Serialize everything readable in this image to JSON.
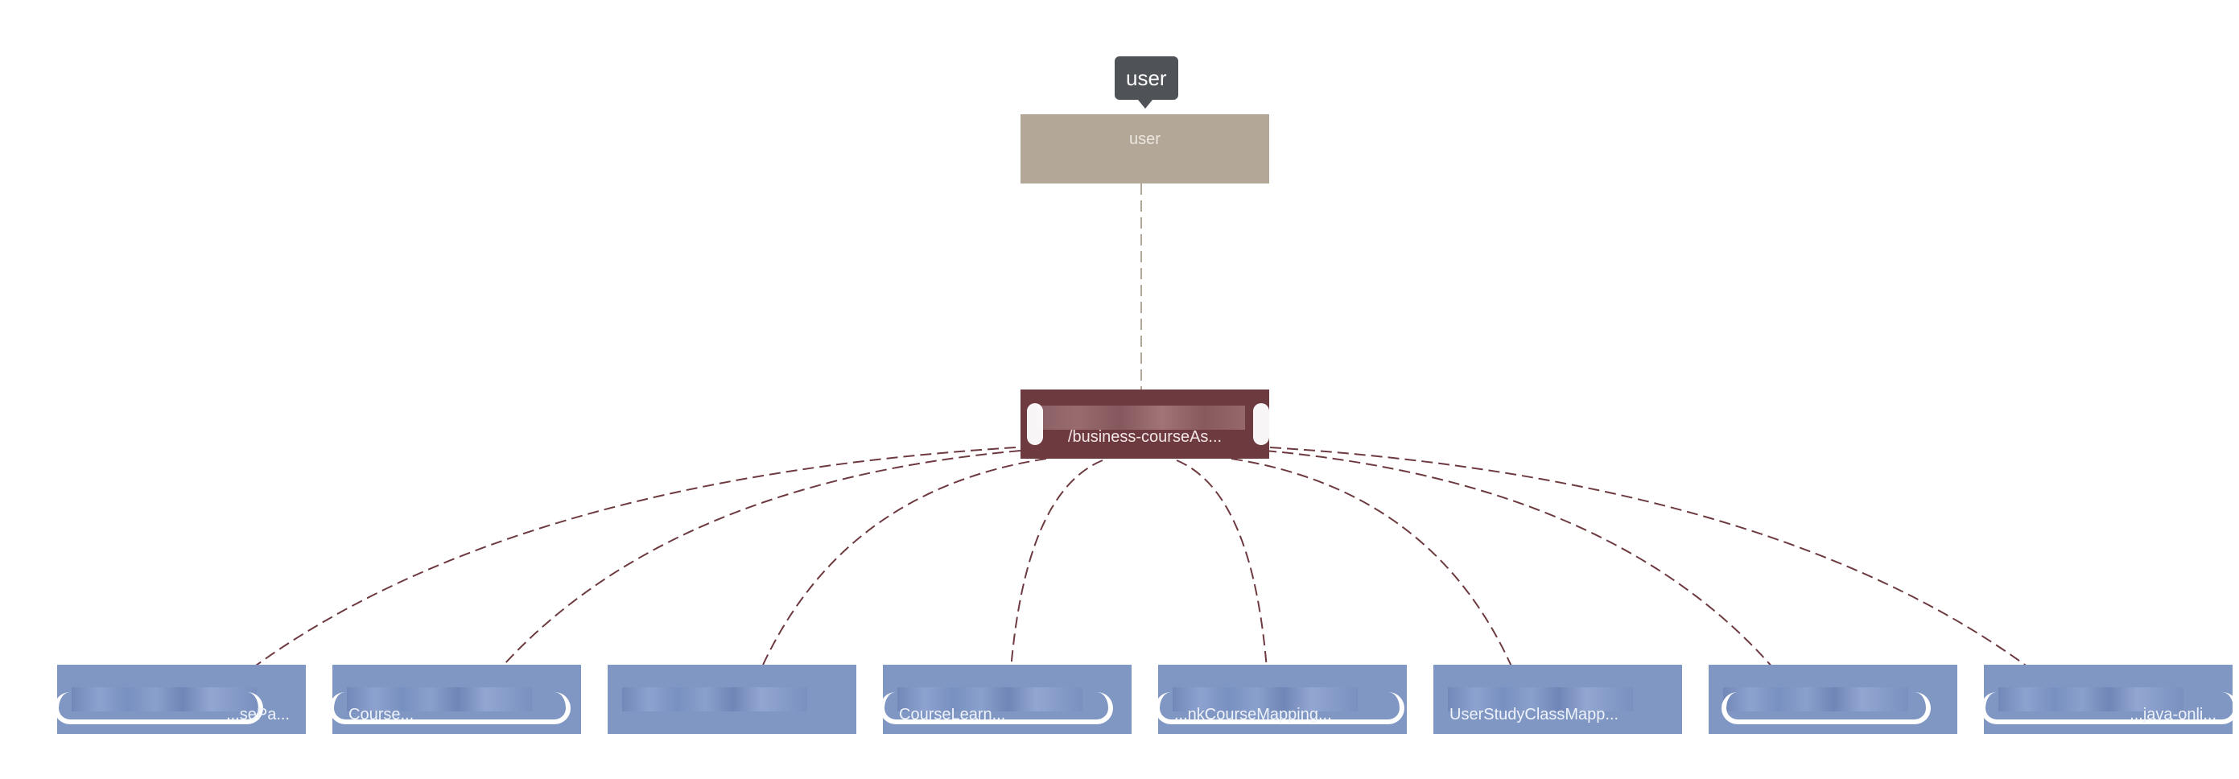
{
  "tooltip": {
    "text": "user"
  },
  "nodes": {
    "user": {
      "label": "user"
    },
    "hub": {
      "label": "/business-courseAs..."
    },
    "children": [
      {
        "label": "...sePa..."
      },
      {
        "label": "Course..."
      },
      {
        "label": ""
      },
      {
        "label": "CourseLearn..."
      },
      {
        "label": "...nkCourseMapping..."
      },
      {
        "label": "UserStudyClassMapp..."
      },
      {
        "label": ""
      },
      {
        "label": "...java-onli..."
      }
    ]
  },
  "colors": {
    "user_node": "#b3a797",
    "hub_node": "#6d3a40",
    "child_node": "#8097c4",
    "link_user_hub": "#b3a797",
    "link_hub_child": "#6d3a40",
    "tooltip": "#4f5358"
  }
}
